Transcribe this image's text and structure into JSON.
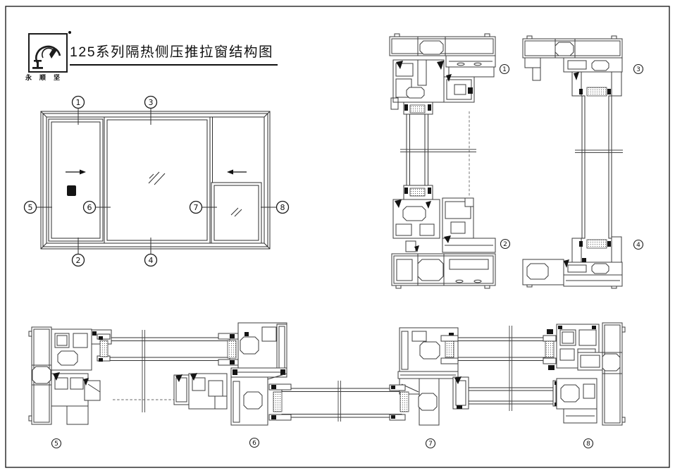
{
  "header": {
    "title": "125系列隔热侧压推拉窗结构图",
    "logo_text": "永顺坚"
  },
  "elevation": {
    "callouts": [
      "1",
      "2",
      "3",
      "4",
      "5",
      "6",
      "7",
      "8"
    ]
  },
  "details": {
    "vertical": [
      "1",
      "2",
      "3",
      "4"
    ],
    "horizontal": [
      "5",
      "6",
      "7",
      "8"
    ]
  },
  "colors": {
    "ink": "#2e2e2e",
    "background": "#ffffff"
  }
}
